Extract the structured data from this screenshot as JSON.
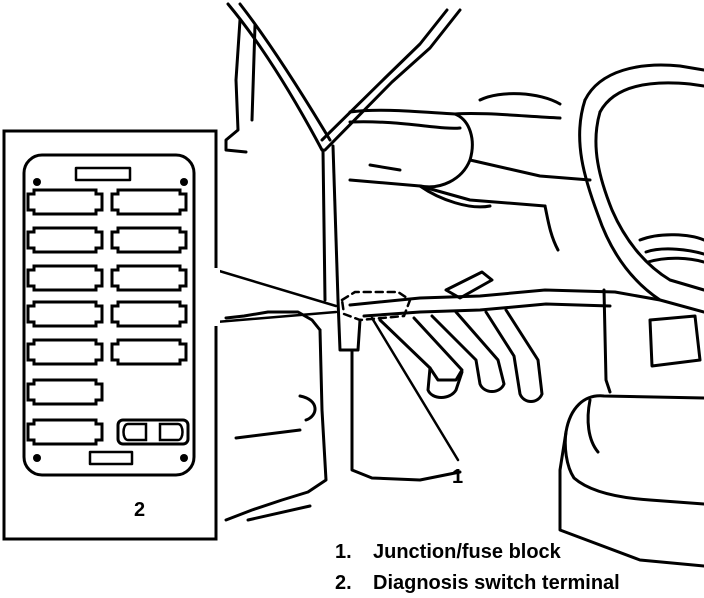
{
  "callouts": {
    "c1": "1",
    "c2": "2"
  },
  "legend": [
    {
      "num": "1.",
      "text": "Junction/fuse block"
    },
    {
      "num": "2.",
      "text": "Diagnosis switch terminal"
    }
  ]
}
